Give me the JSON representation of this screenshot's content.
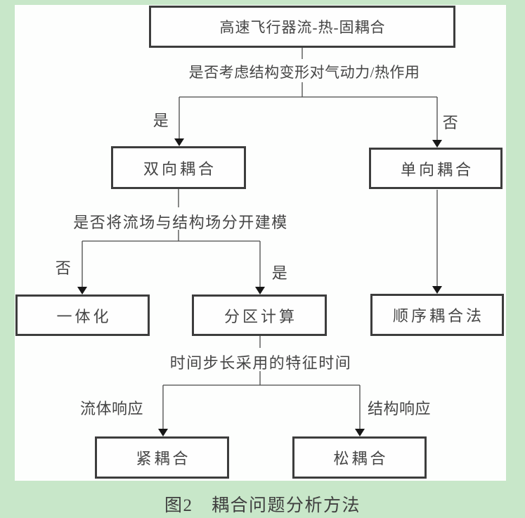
{
  "colors": {
    "page_background": "#c8e7c9",
    "panel_background": "#fdfefd",
    "box_border": "#3d3d3d",
    "connector_line": "#4a4a4a",
    "text": "#454545"
  },
  "figure": {
    "root_node": "高速飞行器流-热-固耦合",
    "questions": {
      "q1": "是否考虑结构变形对气动力/热作用",
      "q2": "是否将流场与结构场分开建模",
      "q3": "时间步长采用的特征时间"
    },
    "branch_labels": {
      "q1_yes": "是",
      "q1_no": "否",
      "q2_no": "否",
      "q2_yes": "是",
      "q3_left": "流体响应",
      "q3_right": "结构响应"
    },
    "nodes": {
      "bidirectional": "双向耦合",
      "unidirectional": "单向耦合",
      "integrated": "一体化",
      "partitioned": "分区计算",
      "sequential": "顺序耦合法",
      "tight": "紧耦合",
      "loose": "松耦合"
    },
    "caption": "图2　耦合问题分析方法"
  }
}
